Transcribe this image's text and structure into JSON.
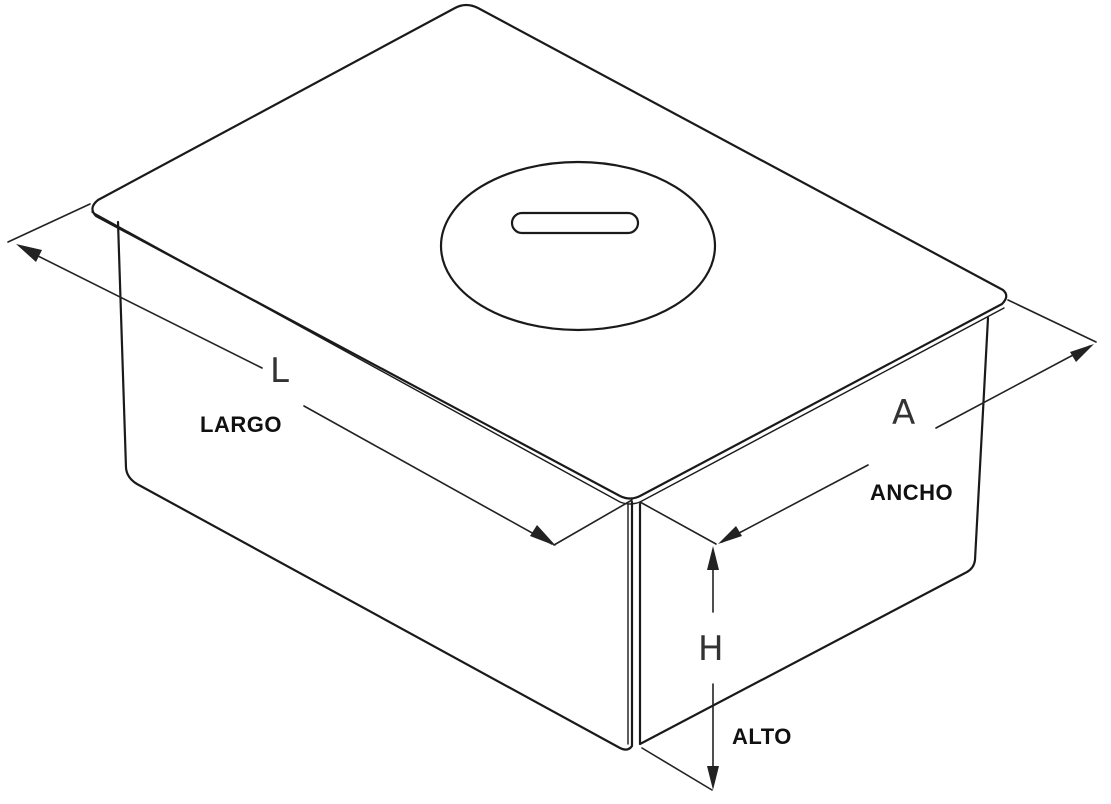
{
  "labels": {
    "length_letter": "L",
    "length_word": "LARGO",
    "width_letter": "A",
    "width_word": "ANCHO",
    "height_letter": "H",
    "height_word": "ALTO"
  },
  "colors": {
    "line": "#1a1a1a",
    "background": "#ffffff"
  }
}
